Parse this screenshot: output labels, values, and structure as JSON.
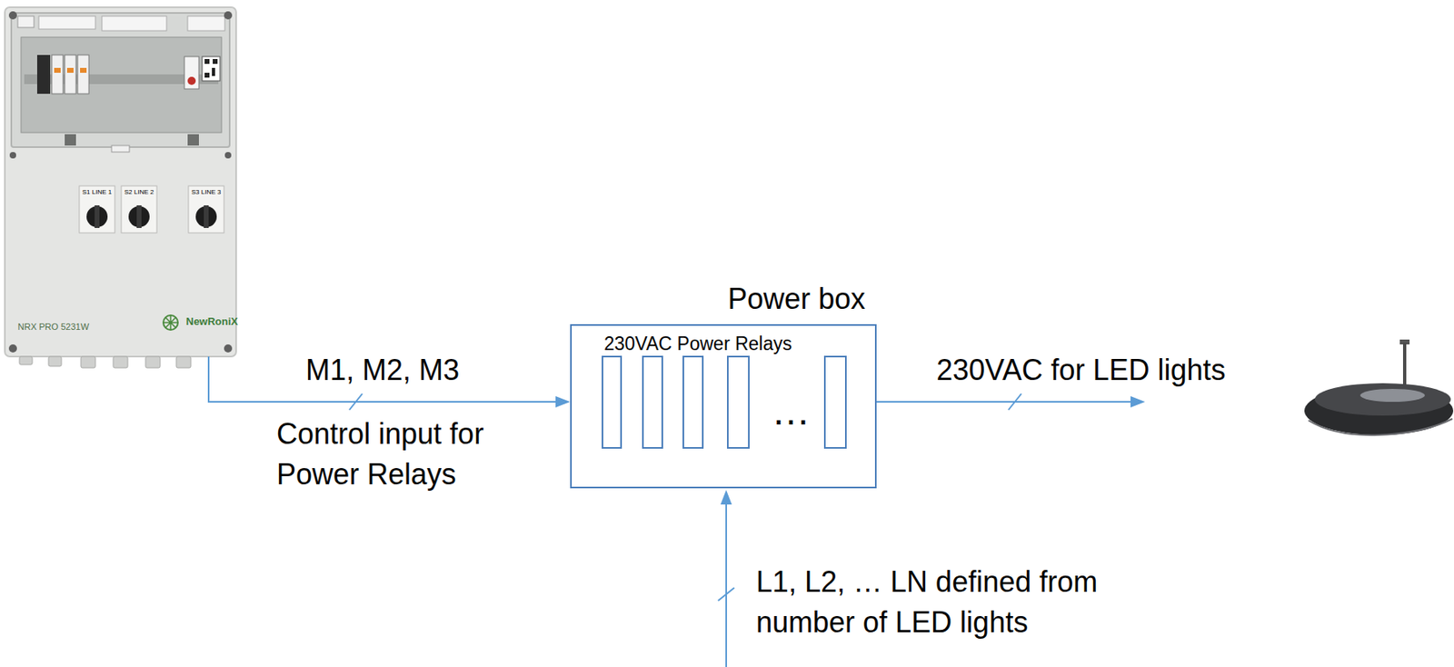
{
  "diagram": {
    "nodes": [
      {
        "text": [
          "NRX PRO 5231W",
          "NewRoniX"
        ]
      },
      {
        "text": [
          "Power box",
          "230VAC Power Relays",
          "…"
        ]
      }
    ],
    "edges": [
      {
        "from": 0,
        "to": 1,
        "arrow": "to",
        "label": "M1, M2, M3"
      }
    ],
    "labels": [
      "Control input for Power Relays",
      "230VAC for LED lights",
      "L1, L2, … LN defined from number of LED lights",
      "S1 LINE 1",
      "S2 LINE 2",
      "S3 LINE 3"
    ]
  }
}
